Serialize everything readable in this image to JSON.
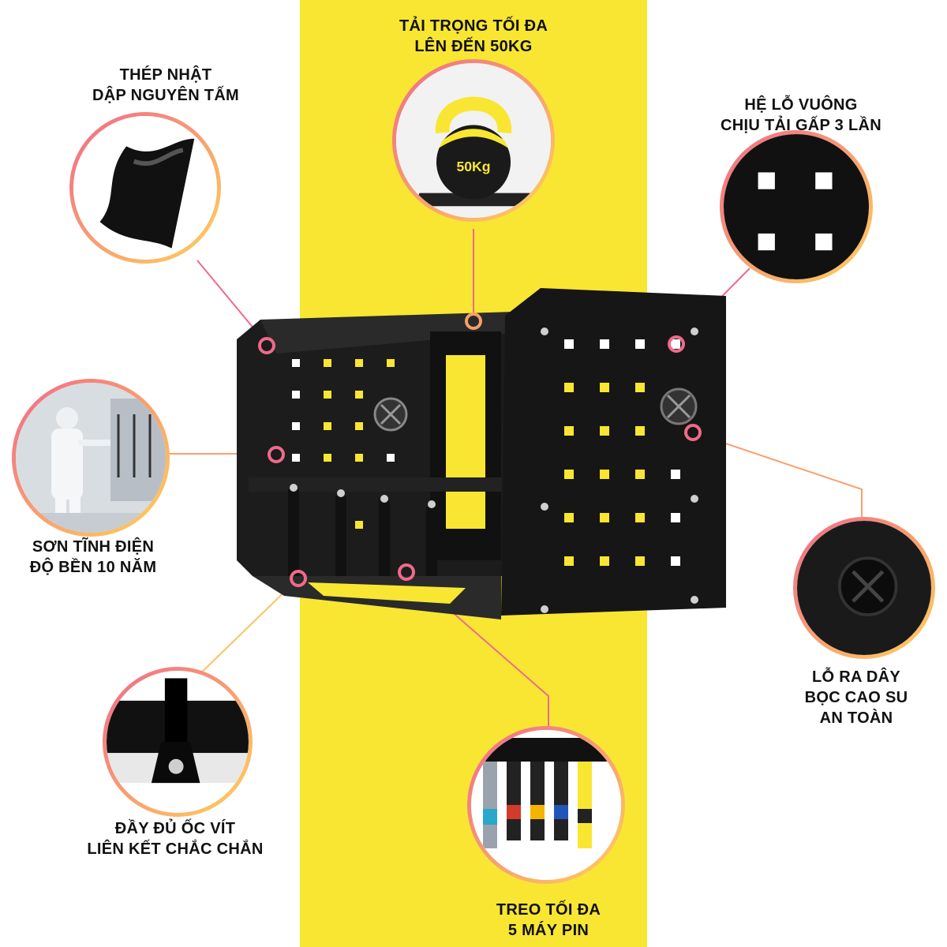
{
  "features": {
    "load": {
      "line1": "TẢI TRỌNG TỐI ĐA",
      "line2": "LÊN ĐẾN 50KG",
      "weight_text": "50Kg"
    },
    "steel": {
      "line1": "THÉP NHẬT",
      "line2": "DẬP NGUYÊN TẤM"
    },
    "holes": {
      "line1": "HỆ LỖ VUÔNG",
      "line2": "CHỊU TẢI GẤP 3 LẦN"
    },
    "paint": {
      "line1": "SƠN TĨNH ĐIỆN",
      "line2": "ĐỘ BỀN 10 NĂM"
    },
    "cable": {
      "line1": "LỖ RA DÂY",
      "line2": "BỌC CAO SU",
      "line3": "AN TOÀN"
    },
    "screws": {
      "line1": "ĐẦY ĐỦ ỐC VÍT",
      "line2": "LIÊN KẾT CHẮC CHẮN"
    },
    "tools": {
      "line1": "TREO TỐI ĐA",
      "line2": "5 MÁY PIN"
    }
  },
  "colors": {
    "accent_yellow": "#f9e633",
    "ring_pink": "#f06a8a",
    "ring_orange": "#ffd25a",
    "steel_black": "#1a1a1a"
  }
}
